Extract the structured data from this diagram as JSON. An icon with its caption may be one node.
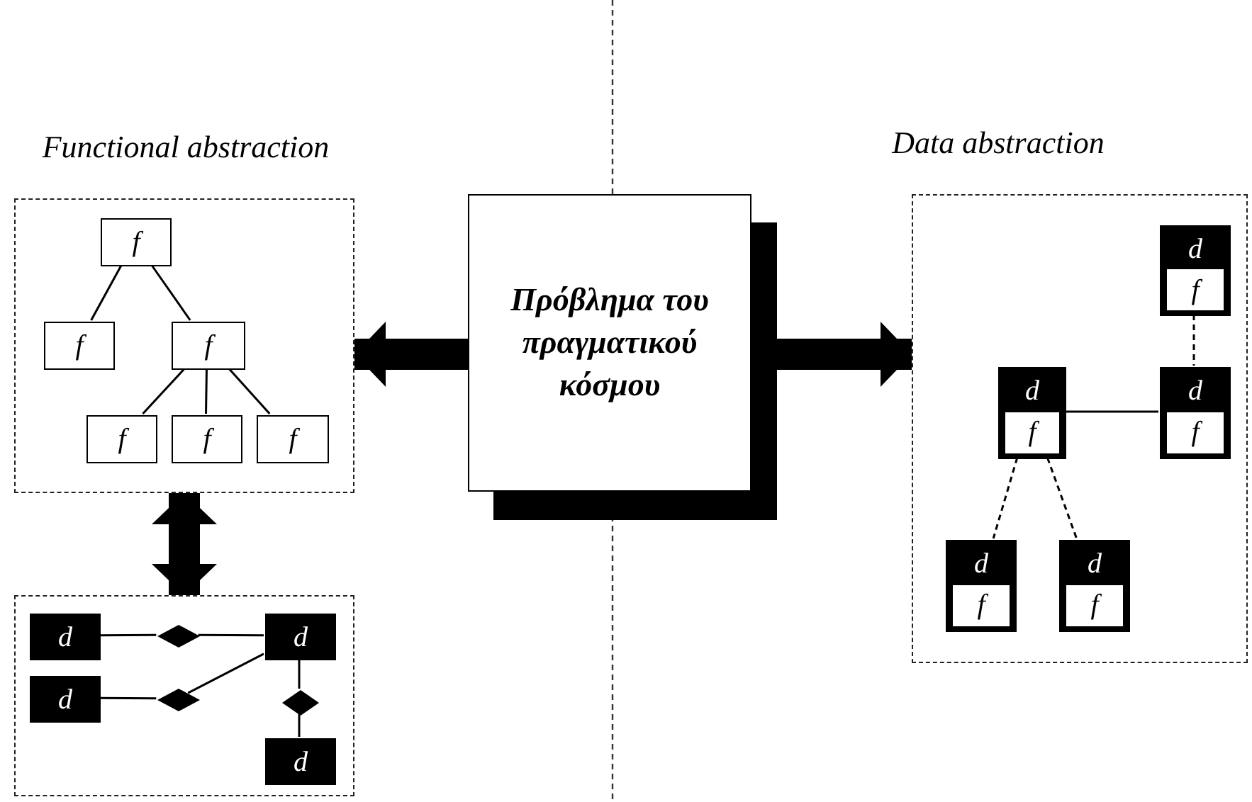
{
  "diagram": {
    "nodes": [
      {
        "text": [
          "Functional abstraction"
        ]
      },
      {
        "text": [
          "f"
        ],
        "in": 0
      },
      {
        "text": [
          "f"
        ],
        "in": 0
      },
      {
        "text": [
          "f"
        ],
        "in": 0
      },
      {
        "text": [
          "f"
        ],
        "in": 0
      },
      {
        "text": [
          "f"
        ],
        "in": 0
      },
      {
        "text": [
          "f"
        ],
        "in": 0
      },
      {
        "text": [
          "Πρόβλημα του πραγματικού κόσμου"
        ]
      },
      {
        "text": [
          "Data abstraction"
        ]
      },
      {
        "text": [
          "d",
          "f"
        ],
        "in": 8
      },
      {
        "text": [
          "d",
          "f"
        ],
        "in": 8
      },
      {
        "text": [
          "d",
          "f"
        ],
        "in": 8
      },
      {
        "text": [
          "d",
          "f"
        ],
        "in": 8
      },
      {
        "text": [
          "d",
          "f"
        ],
        "in": 8
      },
      {
        "text": [],
        "shape": "box"
      },
      {
        "text": [
          "d"
        ],
        "in": 14
      },
      {
        "text": [],
        "shape": "diamond",
        "in": 14
      },
      {
        "text": [
          "d"
        ],
        "in": 14
      },
      {
        "text": [
          "d"
        ],
        "in": 14
      },
      {
        "text": [],
        "shape": "diamond",
        "in": 14
      },
      {
        "text": [],
        "shape": "diamond",
        "in": 14
      },
      {
        "text": [
          "d"
        ],
        "in": 14
      }
    ],
    "edges": [
      {
        "from": 1,
        "to": 2,
        "arrow": "none"
      },
      {
        "from": 1,
        "to": 3,
        "arrow": "none"
      },
      {
        "from": 3,
        "to": 4,
        "arrow": "none"
      },
      {
        "from": 3,
        "to": 5,
        "arrow": "none"
      },
      {
        "from": 3,
        "to": 6,
        "arrow": "none"
      },
      {
        "from": 7,
        "to": 0,
        "arrow": "to",
        "style": "thick"
      },
      {
        "from": 7,
        "to": 8,
        "arrow": "to",
        "style": "thick"
      },
      {
        "from": 0,
        "to": 14,
        "arrow": "both",
        "style": "thick"
      },
      {
        "from": 9,
        "to": 11,
        "arrow": "none",
        "style": "dashed"
      },
      {
        "from": 10,
        "to": 11,
        "arrow": "none"
      },
      {
        "from": 10,
        "to": 12,
        "arrow": "none",
        "style": "dashed"
      },
      {
        "from": 10,
        "to": 13,
        "arrow": "none",
        "style": "dashed"
      },
      {
        "from": 15,
        "to": 16,
        "arrow": "none"
      },
      {
        "from": 16,
        "to": 17,
        "arrow": "none"
      },
      {
        "from": 18,
        "to": 19,
        "arrow": "none"
      },
      {
        "from": 19,
        "to": 17,
        "arrow": "none"
      },
      {
        "from": 17,
        "to": 20,
        "arrow": "none"
      },
      {
        "from": 20,
        "to": 21,
        "arrow": "none"
      }
    ]
  }
}
